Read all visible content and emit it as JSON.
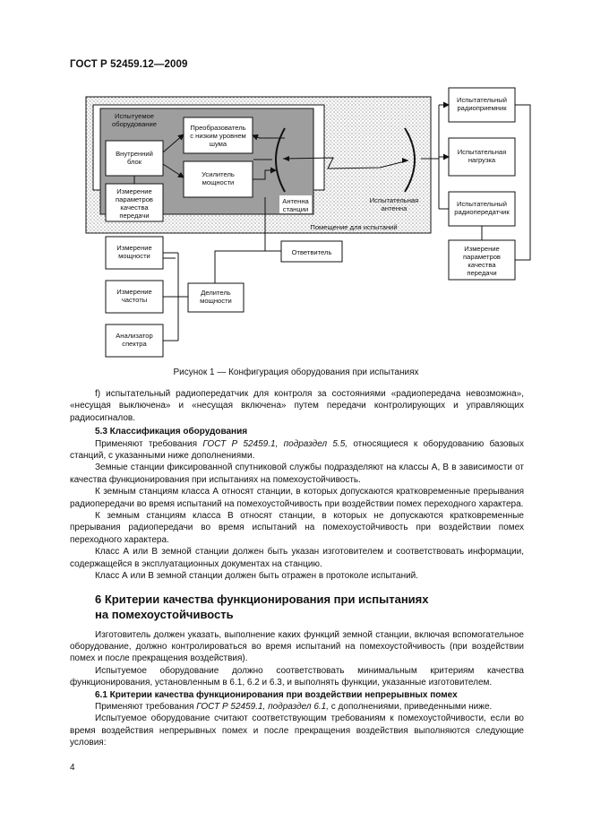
{
  "header": {
    "doc_id": "ГОСТ Р 52459.12—2009"
  },
  "figure": {
    "labels": {
      "eut_1": "Испытуемое",
      "eut_2": "оборудование",
      "lnc_1": "Преобразователь",
      "lnc_2": "с низким уровнем",
      "lnc_3": "шума",
      "indoor_1": "Внутренний",
      "indoor_2": "блок",
      "pa_1": "Усилитель",
      "pa_2": "мощности",
      "ant_st_1": "Антенна",
      "ant_st_2": "станции",
      "test_ant_1": "Испытательная",
      "test_ant_2": "антенна",
      "room": "Помещение для испытаний",
      "qm_left_1": "Измерение",
      "qm_left_2": "параметров",
      "qm_left_3": "качества",
      "qm_left_4": "передачи",
      "power_meas_1": "Измерение",
      "power_meas_2": "мощности",
      "coupler": "Ответвитель",
      "freq_meas_1": "Измерение",
      "freq_meas_2": "частоты",
      "divider_1": "Делитель",
      "divider_2": "мощности",
      "spectrum_1": "Анализатор",
      "spectrum_2": "спектра",
      "rx_1": "Испытательный",
      "rx_2": "радиоприемник",
      "load_1": "Испытательная",
      "load_2": "нагрузка",
      "tx_1": "Испытательный",
      "tx_2": "радиопередатчик",
      "qm_right_1": "Измерение",
      "qm_right_2": "параметров",
      "qm_right_3": "качества",
      "qm_right_4": "передачи"
    },
    "caption": "Рисунок 1 — Конфигурация оборудования при испытаниях"
  },
  "body": {
    "item_f": "f)  испытательный радиопередатчик для контроля за состояниями «радиопередача невозможна», «несущая выключена» и «несущая включена» путем передачи контролирующих и управляющих радиосигналов.",
    "s53_title": "5.3  Классификация оборудования",
    "s53_p1_a": "Применяют требования ",
    "s53_p1_ref": "ГОСТ Р 52459.1, подраздел 5.5,",
    "s53_p1_b": " относящиеся к оборудованию базовых станций, с указанными ниже дополнениями.",
    "s53_p2": "Земные станции фиксированной спутниковой службы подразделяют на классы А, В в зависимости от качества функционирования при испытаниях на помехоустойчивость.",
    "s53_p3": "К земным станциям класса А относят станции, в которых допускаются кратковременные прерывания радиопередачи во время испытаний на помехоустойчивость при воздействии помех переходного характера.",
    "s53_p4": "К земным станциям класса В относят станции, в которых не допускаются кратковременные прерывания радиопередачи во время испытаний на помехоустойчивость при воздействии помех переходного характера.",
    "s53_p5": "Класс А или В земной станции должен быть указан изготовителем и соответствовать информации, содержащейся в эксплуатационных документах на станцию.",
    "s53_p6": "Класс А или В земной станции должен быть отражен в протоколе испытаний.",
    "s6_title_1": "6  Критерии качества функционирования при испытаниях",
    "s6_title_2": "на помехоустойчивость",
    "s6_p1": "Изготовитель должен указать, выполнение каких функций земной станции, включая вспомогательное оборудование, должно контролироваться во время испытаний на помехоустойчивость (при воздействии помех и после прекращения воздействия).",
    "s6_p2": "Испытуемое оборудование должно соответствовать минимальным критериям качества функционирования, установленным в 6.1, 6.2 и 6.3, и выполнять функции, указанные изготовителем.",
    "s61_title": "6.1  Критерии качества функционирования при воздействии непрерывных помех",
    "s61_p1_a": "Применяют требования ",
    "s61_p1_ref": "ГОСТ Р 52459.1, подраздел 6.1,",
    "s61_p1_b": " с дополнениями, приведенными ниже.",
    "s61_p2": "Испытуемое оборудование считают соответствующим требованиям к помехоустойчивости, если во время воздействия непрерывных помех и после прекращения воздействия выполняются следующие условия:"
  },
  "footer": {
    "page_number": "4"
  }
}
